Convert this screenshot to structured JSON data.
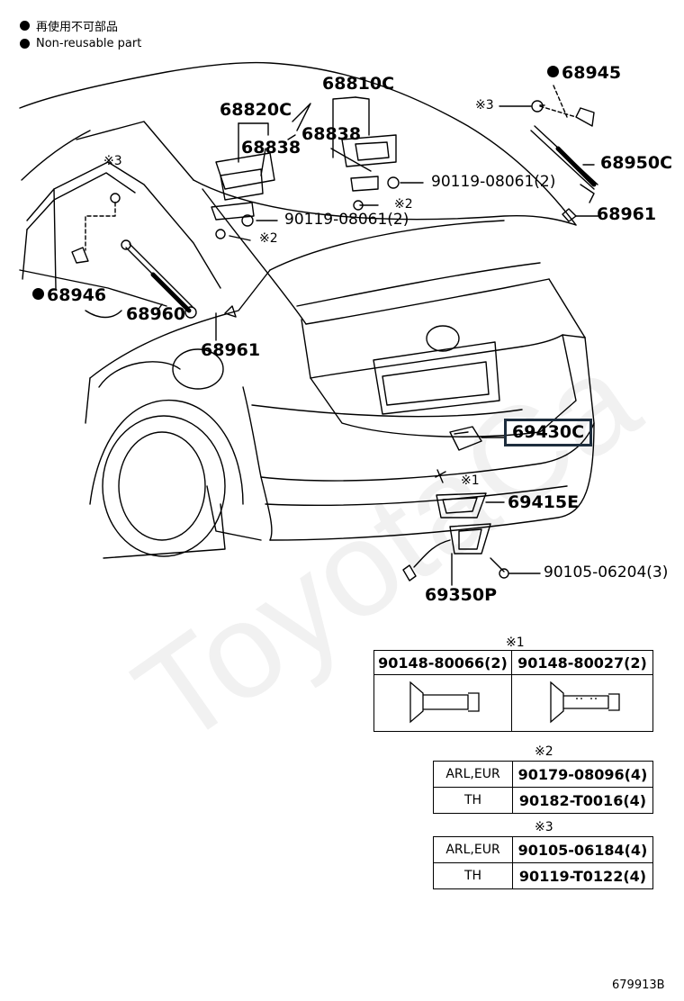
{
  "legend": {
    "jp": "再使用不可部品",
    "en": "Non-reusable part"
  },
  "labels": {
    "l68810c": "68810C",
    "l68820c": "68820C",
    "l68838a": "68838",
    "l68838b": "68838",
    "l68945": "68945",
    "l68950c": "68950C",
    "l68961a": "68961",
    "l68961b": "68961",
    "l68946": "68946",
    "l68960": "68960",
    "l90119a": "90119-08061(2)",
    "l90119b": "90119-08061(2)",
    "l69430c": "69430C",
    "l69415e": "69415E",
    "l69350p": "69350P",
    "l90105": "90105-06204(3)"
  },
  "marks": {
    "m3a": "※3",
    "m3b": "※3",
    "m2a": "※2",
    "m2b": "※2",
    "m1": "※1"
  },
  "table1": {
    "mark": "※1",
    "col1": "90148-80066(2)",
    "col2": "90148-80027(2)"
  },
  "table2": {
    "mark": "※2",
    "rows": [
      {
        "region": "ARL,EUR",
        "part": "90179-08096(4)"
      },
      {
        "region": "TH",
        "part": "90182-T0016(4)"
      }
    ]
  },
  "table3": {
    "mark": "※3",
    "rows": [
      {
        "region": "ARL,EUR",
        "part": "90105-06184(4)"
      },
      {
        "region": "TH",
        "part": "90119-T0122(4)"
      }
    ]
  },
  "figure_id": "679913B",
  "watermark": "ToyotaCa"
}
